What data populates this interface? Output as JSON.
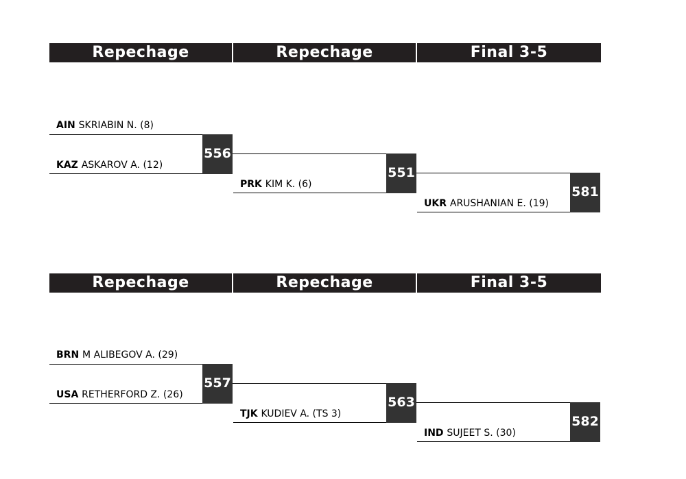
{
  "brackets": [
    {
      "headers": [
        "Repechage",
        "Repechage",
        "Final 3-5"
      ],
      "round1": {
        "top": {
          "country": "AIN",
          "name": "SKRIABIN N. (8)"
        },
        "bottom": {
          "country": "KAZ",
          "name": "ASKAROV A. (12)"
        },
        "bout": "556"
      },
      "round2": {
        "entrant": {
          "country": "PRK",
          "name": "KIM K. (6)"
        },
        "bout": "551"
      },
      "round3": {
        "entrant": {
          "country": "UKR",
          "name": "ARUSHANIAN E. (19)"
        },
        "bout": "581"
      }
    },
    {
      "headers": [
        "Repechage",
        "Repechage",
        "Final 3-5"
      ],
      "round1": {
        "top": {
          "country": "BRN",
          "name": "M ALIBEGOV A. (29)"
        },
        "bottom": {
          "country": "USA",
          "name": "RETHERFORD Z. (26)"
        },
        "bout": "557"
      },
      "round2": {
        "entrant": {
          "country": "TJK",
          "name": "KUDIEV A. (TS 3)"
        },
        "bout": "563"
      },
      "round3": {
        "entrant": {
          "country": "IND",
          "name": "SUJEET S. (30)"
        },
        "bout": "582"
      }
    }
  ]
}
